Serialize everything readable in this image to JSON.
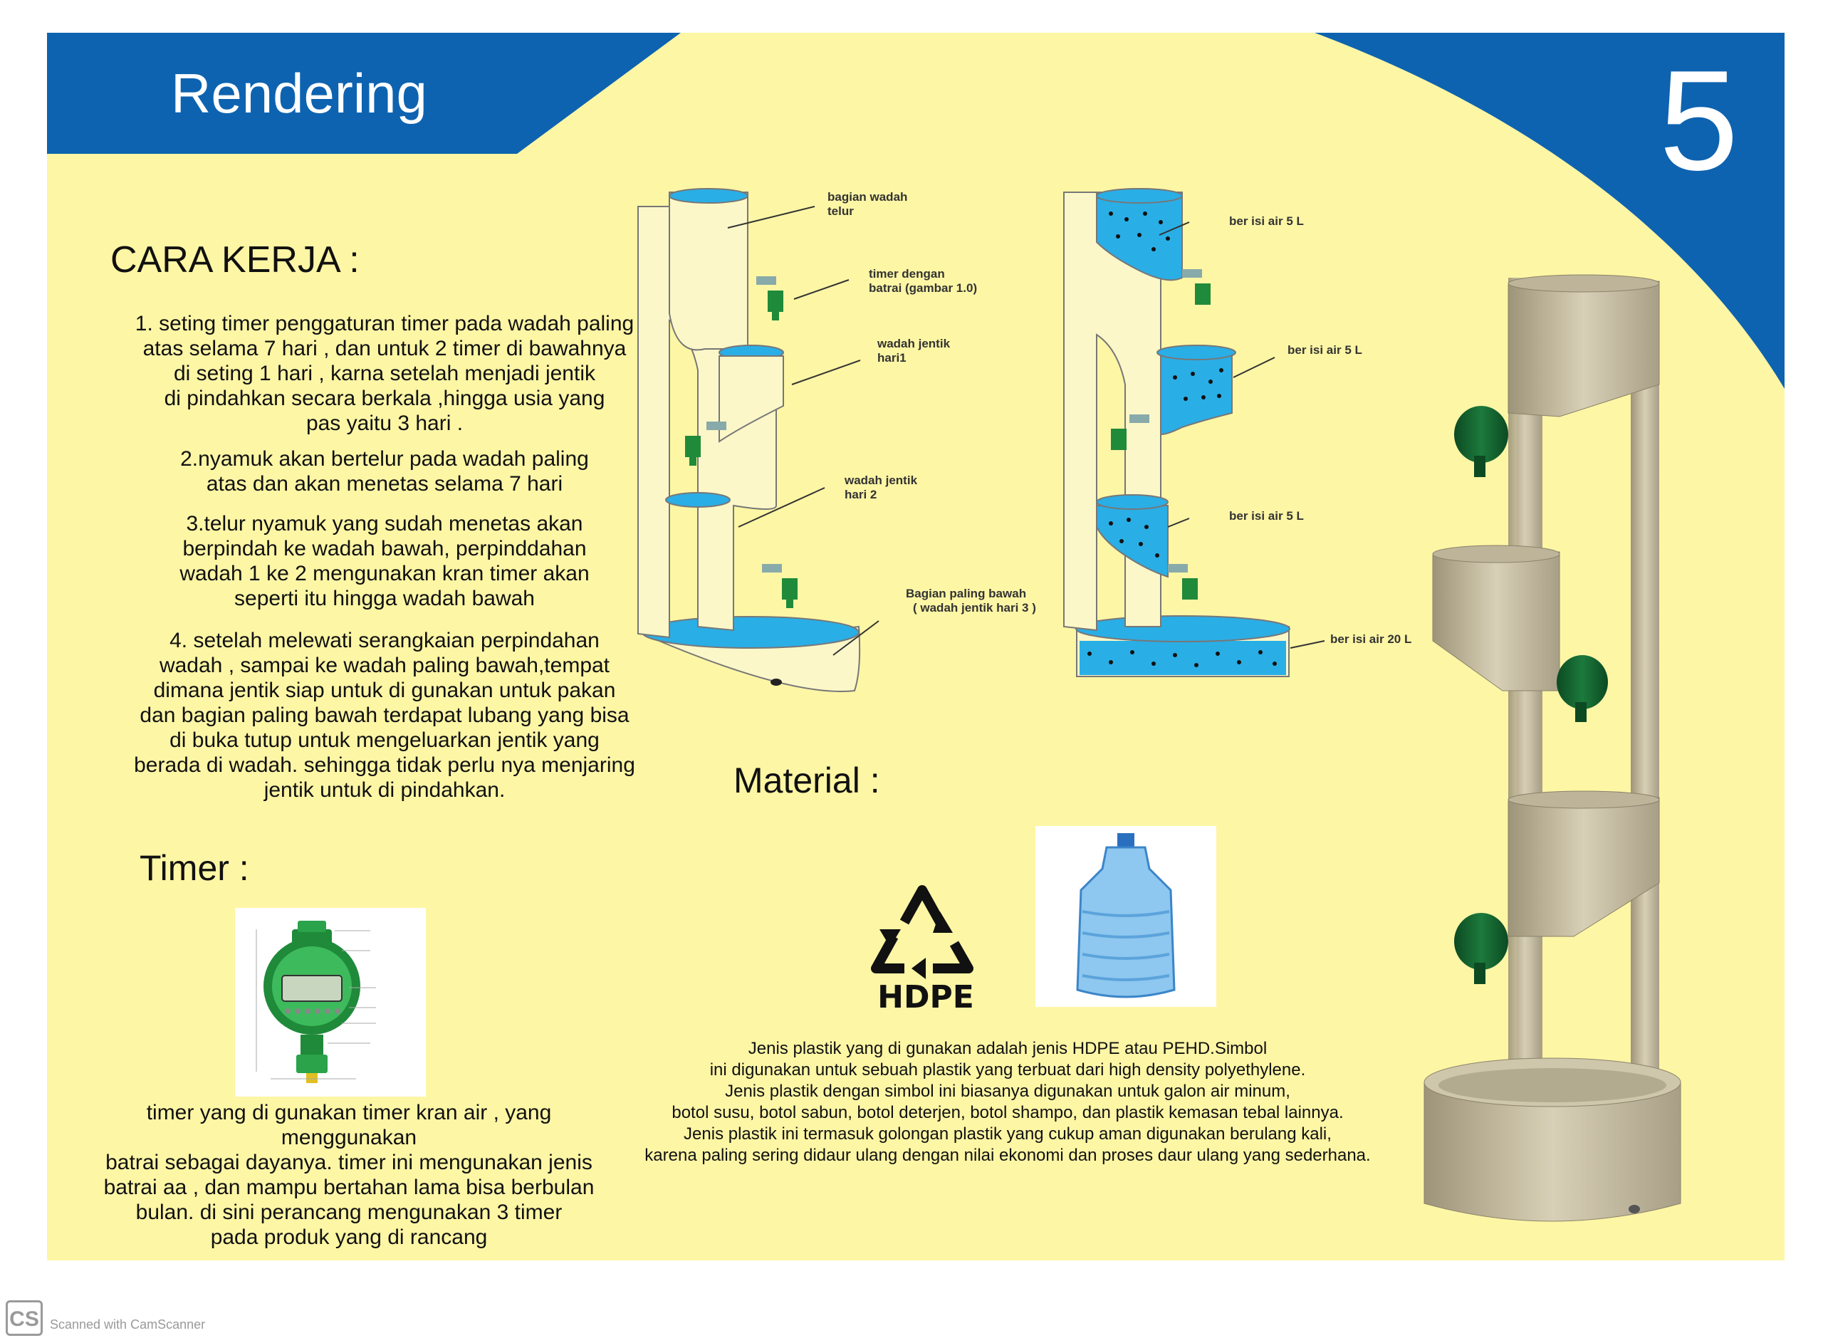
{
  "header": {
    "title": "Rendering",
    "page_number": "5"
  },
  "cara_kerja": {
    "heading": "CARA KERJA :",
    "steps": [
      [
        "1. seting timer penggaturan timer pada wadah paling",
        "atas selama 7 hari , dan untuk 2 timer di bawahnya",
        "di seting 1 hari , karna setelah menjadi jentik",
        "di pindahkan secara berkala ,hingga usia yang",
        "pas yaitu 3 hari ."
      ],
      [
        "2.nyamuk akan bertelur pada wadah paling",
        "atas dan akan menetas selama 7 hari"
      ],
      [
        "3.telur nyamuk yang sudah menetas akan",
        "berpindah ke wadah bawah, perpinddahan",
        "wadah 1 ke 2 mengunakan kran timer akan",
        "seperti itu hingga wadah bawah"
      ],
      [
        "4. setelah melewati serangkaian perpindahan",
        "wadah , sampai ke wadah paling bawah,tempat",
        "dimana jentik siap untuk di gunakan untuk pakan",
        "dan bagian paling bawah terdapat lubang yang bisa",
        "di buka tutup untuk mengeluarkan jentik yang",
        "berada di wadah. sehingga tidak perlu nya menjaring",
        "jentik untuk di pindahkan."
      ]
    ]
  },
  "timer": {
    "heading": "Timer :",
    "description": [
      "timer yang di gunakan timer kran air , yang menggunakan",
      "batrai sebagai dayanya. timer ini mengunakan jenis",
      "batrai aa , dan mampu bertahan lama bisa berbulan",
      "bulan. di sini perancang mengunakan 3 timer",
      "pada produk yang di rancang"
    ]
  },
  "material": {
    "heading": "Material :",
    "symbol_label": "HDPE",
    "description": [
      "Jenis plastik yang di gunakan adalah jenis   HDPE atau PEHD.Simbol",
      "ini digunakan untuk sebuah plastik yang terbuat dari high density polyethylene.",
      "Jenis plastik dengan simbol ini biasanya digunakan untuk galon air minum,",
      "botol susu, botol sabun, botol deterjen, botol shampo, dan plastik kemasan tebal lainnya.",
      "Jenis plastik ini termasuk golongan plastik yang cukup aman digunakan berulang kali,",
      "karena paling sering didaur ulang dengan nilai ekonomi dan proses daur ulang yang sederhana."
    ]
  },
  "diagram_left": {
    "labels": {
      "egg": [
        "bagian wadah",
        "telur"
      ],
      "timer": [
        "timer dengan",
        "batrai (gambar 1.0)"
      ],
      "larva1": [
        "wadah jentik",
        "hari1"
      ],
      "larva2": [
        "wadah jentik",
        "hari 2"
      ],
      "bottom": [
        "Bagian paling bawah",
        "( wadah jentik hari 3 )"
      ]
    }
  },
  "diagram_right": {
    "labels": {
      "top": "ber isi air 5 L",
      "mid": "ber isi air 5 L",
      "low": "ber isi air 5 L",
      "base": "ber isi air 20 L"
    }
  },
  "footer": {
    "logo": "CS",
    "text": "Scanned with CamScanner"
  },
  "colors": {
    "poster_bg": "#fdf6a5",
    "header_blue": "#0d63b0",
    "water_blue": "#2aaee6",
    "timer_green": "#1f8a3a",
    "tower_beige": "#c9c0a4"
  }
}
